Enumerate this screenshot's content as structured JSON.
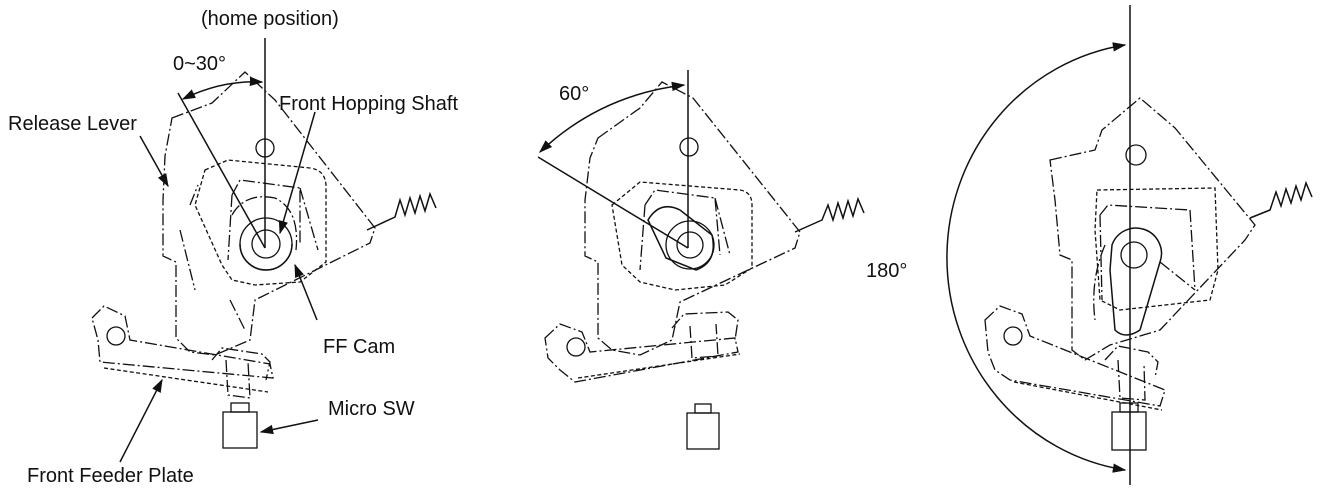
{
  "labels": {
    "home_position": "(home position)",
    "angle_0_30": "0~30°",
    "release_lever": "Release Lever",
    "front_hopping_shaft": "Front Hopping Shaft",
    "ff_cam": "FF Cam",
    "micro_sw": "Micro SW",
    "front_feeder_plate": "Front Feeder Plate",
    "angle_60": "60°",
    "angle_180": "180°"
  },
  "colors": {
    "line": "#111111",
    "background": "#ffffff"
  }
}
